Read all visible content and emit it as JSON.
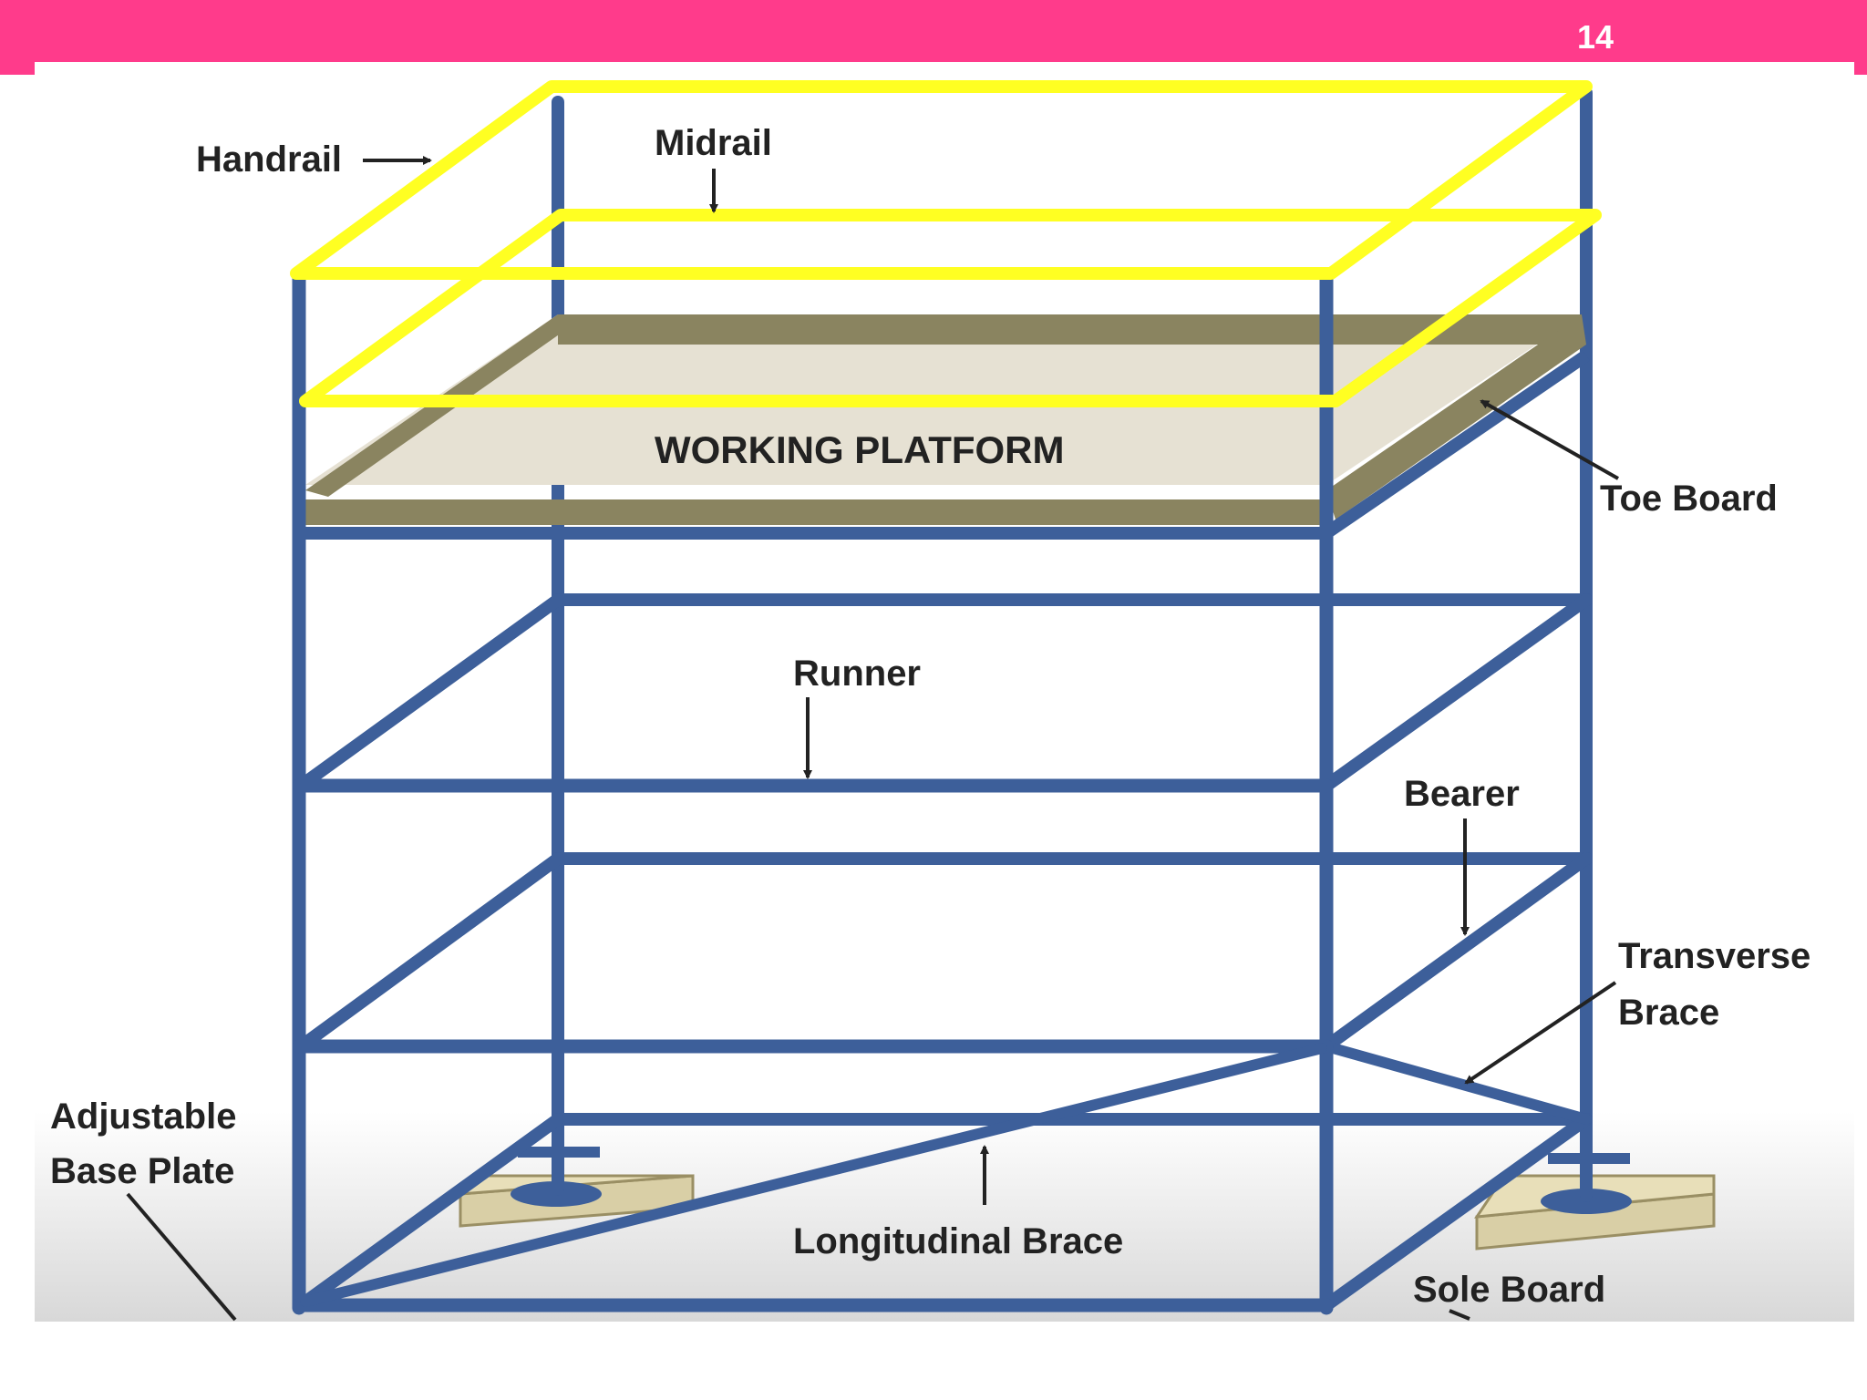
{
  "slide": {
    "page_number": "14"
  },
  "labels": {
    "handrail": "Handrail",
    "midrail": "Midrail",
    "working_platform": "WORKING PLATFORM",
    "toe_board": "Toe Board",
    "runner": "Runner",
    "bearer": "Bearer",
    "transverse_brace_1": "Transverse",
    "transverse_brace_2": "Brace",
    "adjustable_base_plate_1": "Adjustable",
    "adjustable_base_plate_2": "Base Plate",
    "longitudinal_brace": "Longitudinal Brace",
    "sole_board": "Sole Board"
  },
  "colors": {
    "accent_bar": "#ff3b8b",
    "frame_blue": "#3d5f9a",
    "rail_yellow": "#ffff22",
    "toe_board": "#8a8460",
    "platform": "#e6e1d3",
    "sole_board": "#d9cfa6"
  }
}
